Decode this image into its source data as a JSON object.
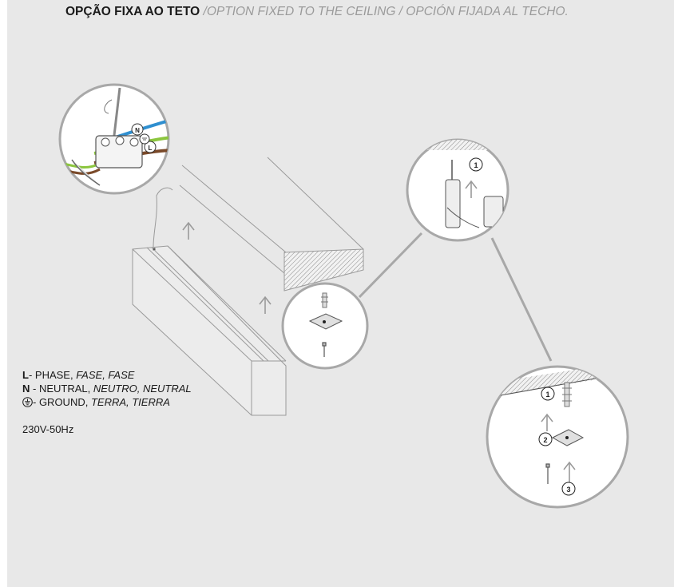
{
  "title": {
    "bold": "OPÇÃO FIXA AO TETO",
    "alt": " /OPTION FIXED TO THE CEILING  / OPCIÓN FIJADA AL TECHO."
  },
  "legend": {
    "l_key": "L",
    "l_text": "- PHASE, ",
    "l_alt": "FASE, FASE",
    "n_key": "N",
    "n_text": " - NEUTRAL, ",
    "n_alt": "NEUTRO, NEUTRAL",
    "g_text": "- GROUND, ",
    "g_alt": "TERRA, TIERRA"
  },
  "voltage": "230V-50Hz",
  "markers": {
    "wire_n": "N",
    "wire_l": "L",
    "drill_step": "1",
    "step1": "1",
    "step2": "2",
    "step3": "3"
  },
  "colors": {
    "background": "#e8e8e8",
    "line": "#9a9a9a",
    "wire_blue": "#2f8fd0",
    "wire_green": "#8cc63f",
    "wire_brown": "#7a4a2a"
  }
}
